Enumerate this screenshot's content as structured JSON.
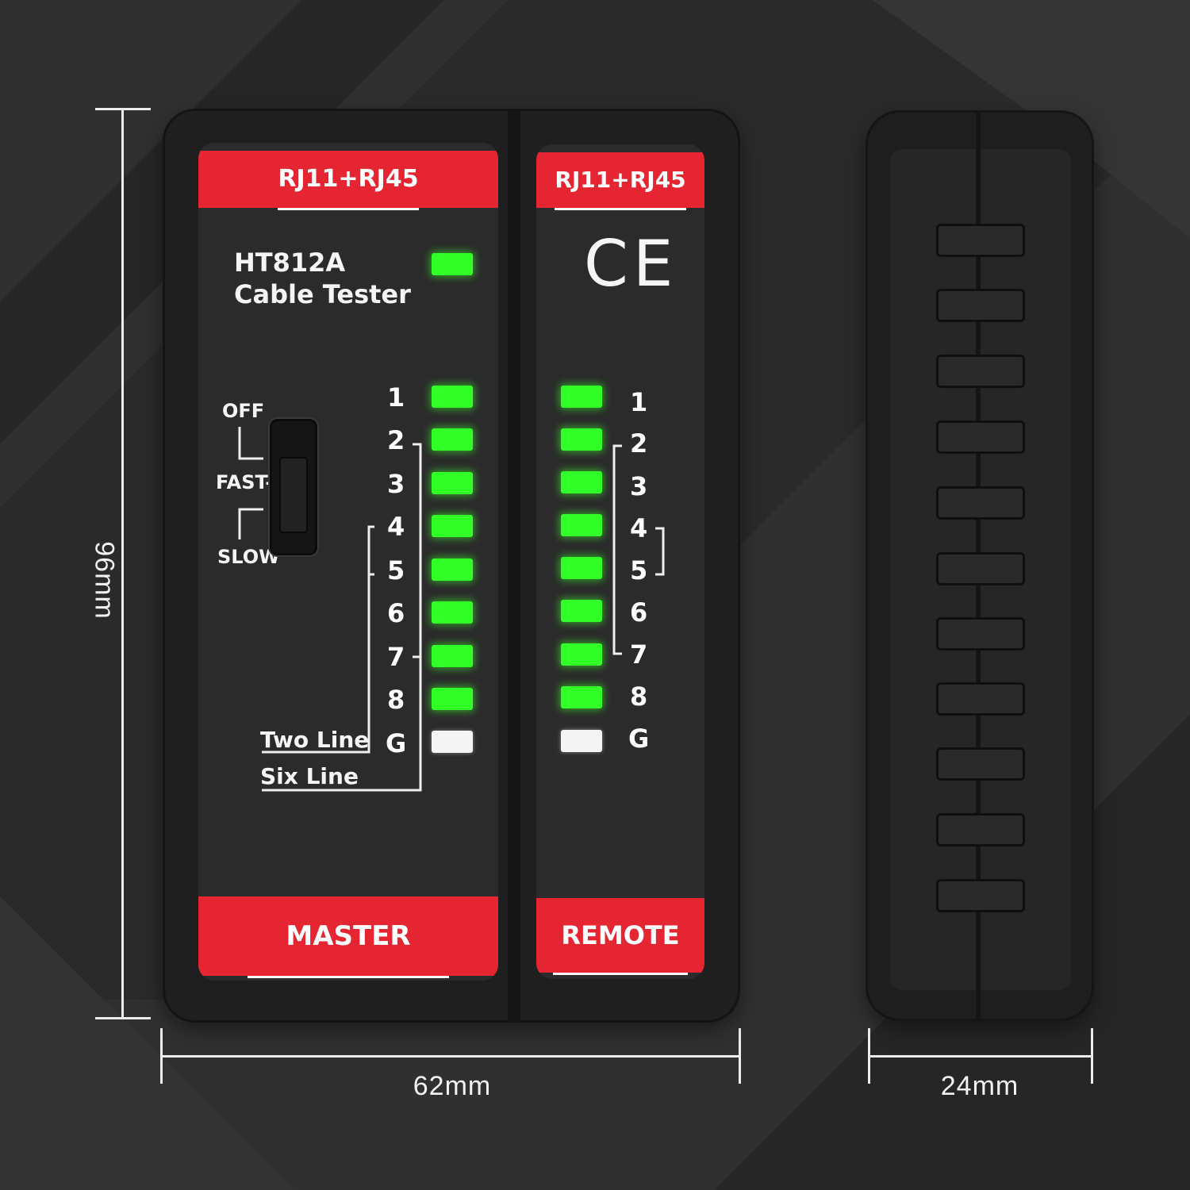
{
  "dimensions": {
    "height": "96mm",
    "width": "62mm",
    "depth": "24mm"
  },
  "master": {
    "connector": "RJ11+RJ45",
    "model": "HT812A",
    "name": "Cable Tester",
    "switch": {
      "off": "OFF",
      "fast": "FAST-",
      "slow": "SLOW"
    },
    "pins": [
      "1",
      "2",
      "3",
      "4",
      "5",
      "6",
      "7",
      "8",
      "G"
    ],
    "two_line": "Two Line",
    "six_line": "Six Line",
    "label": "MASTER"
  },
  "remote": {
    "connector": "RJ11+RJ45",
    "mark": "CE",
    "pins": [
      "1",
      "2",
      "3",
      "4",
      "5",
      "6",
      "7",
      "8",
      "G"
    ],
    "label": "REMOTE"
  },
  "colors": {
    "accent_red": "#e52532",
    "led_green": "#32ff28",
    "led_white": "#f4f4f4",
    "background": "#2e2e2e"
  },
  "icons": [
    "ce-mark-icon",
    "slide-switch-icon"
  ]
}
